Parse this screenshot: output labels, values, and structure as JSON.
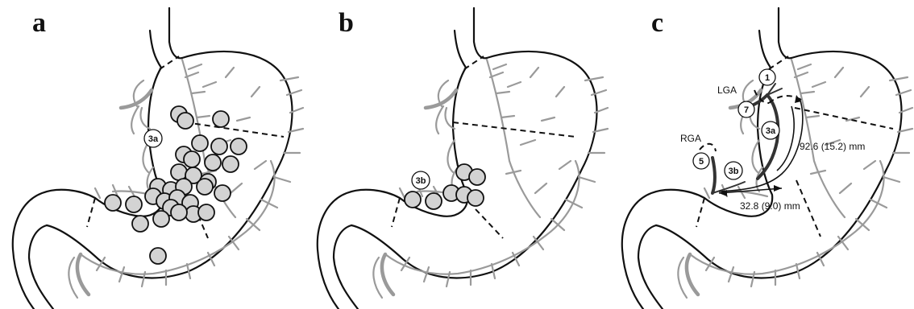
{
  "panels": {
    "a": {
      "letter": "a",
      "station_label": "3a"
    },
    "b": {
      "letter": "b",
      "station_label": "3b"
    },
    "c": {
      "letter": "c",
      "stations": [
        "1",
        "7",
        "3a",
        "5",
        "3b"
      ],
      "artery_left_gastric": "LGA",
      "artery_right_gastric": "RGA",
      "measure_long": "92.6 (15.2) mm",
      "measure_short": "32.8 (9.0) mm"
    }
  }
}
